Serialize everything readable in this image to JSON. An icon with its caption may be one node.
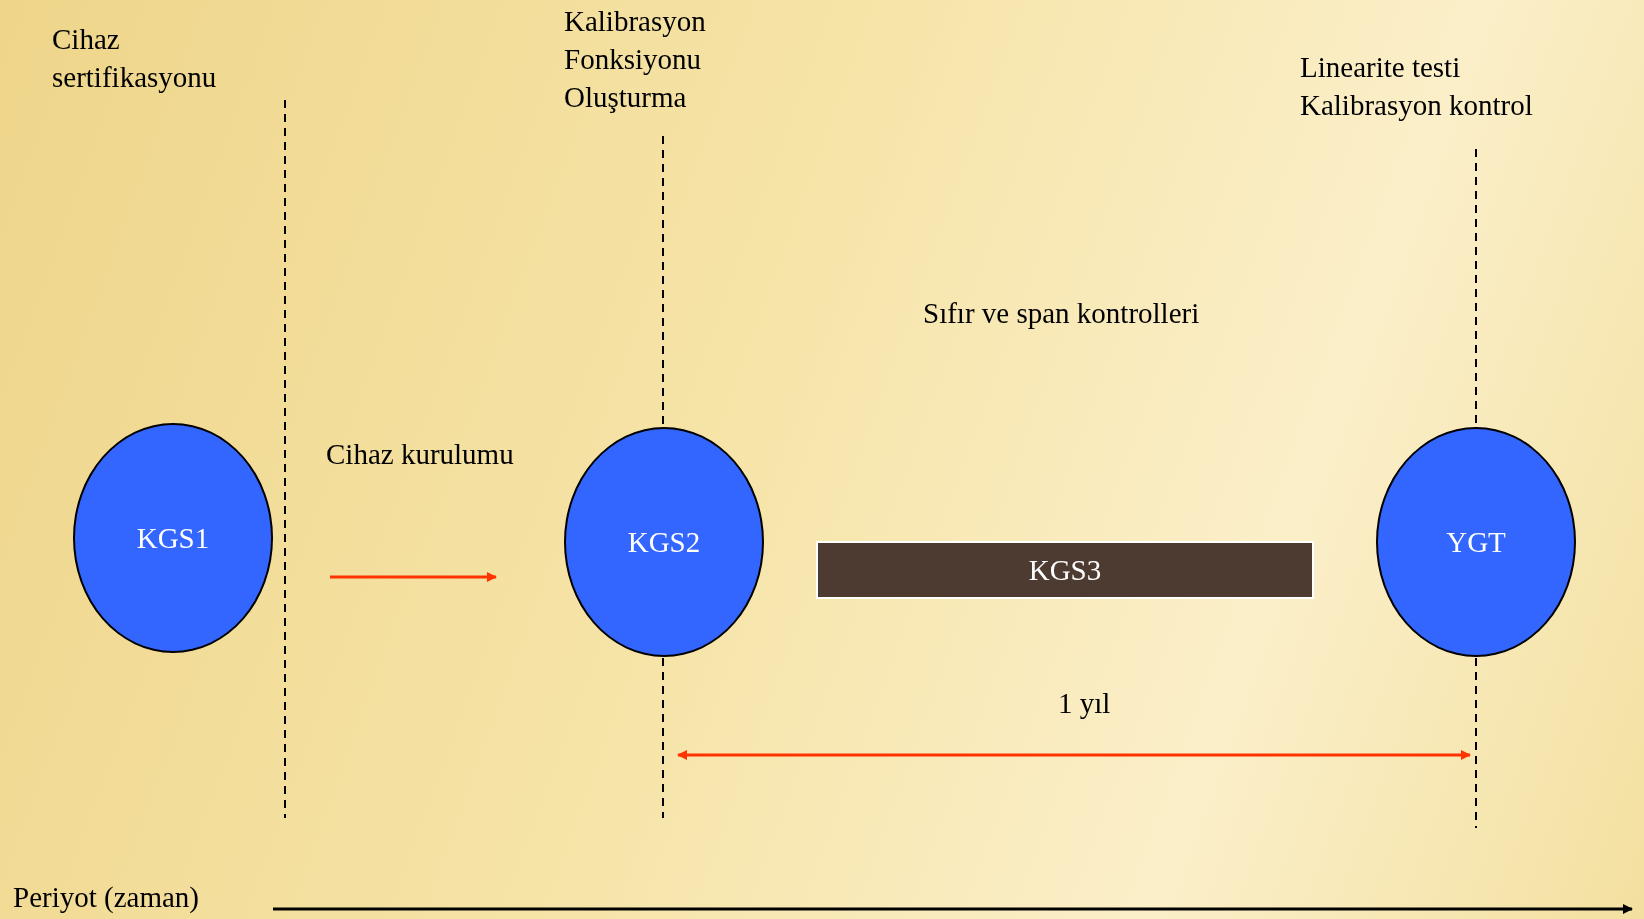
{
  "diagram": {
    "nodes": [
      {
        "text": [
          "KGS1"
        ]
      },
      {
        "text": [
          "KGS2"
        ]
      },
      {
        "text": [
          "KGS3"
        ]
      },
      {
        "text": [
          "YGT"
        ]
      }
    ],
    "edges": [
      {
        "from": 0,
        "to": 1,
        "arrow": "to",
        "label": "Cihaz kurulumu",
        "color": "#ff3300"
      }
    ],
    "labels": [
      "Kalibrasyon Fonksiyonu Oluşturma",
      "Cihaz sertifikasyonu",
      "Linearite testi Kalibrasyon kontrol",
      "Sıfır ve span kontrolleri",
      "1 yıl",
      "Periyot (zaman)"
    ]
  }
}
